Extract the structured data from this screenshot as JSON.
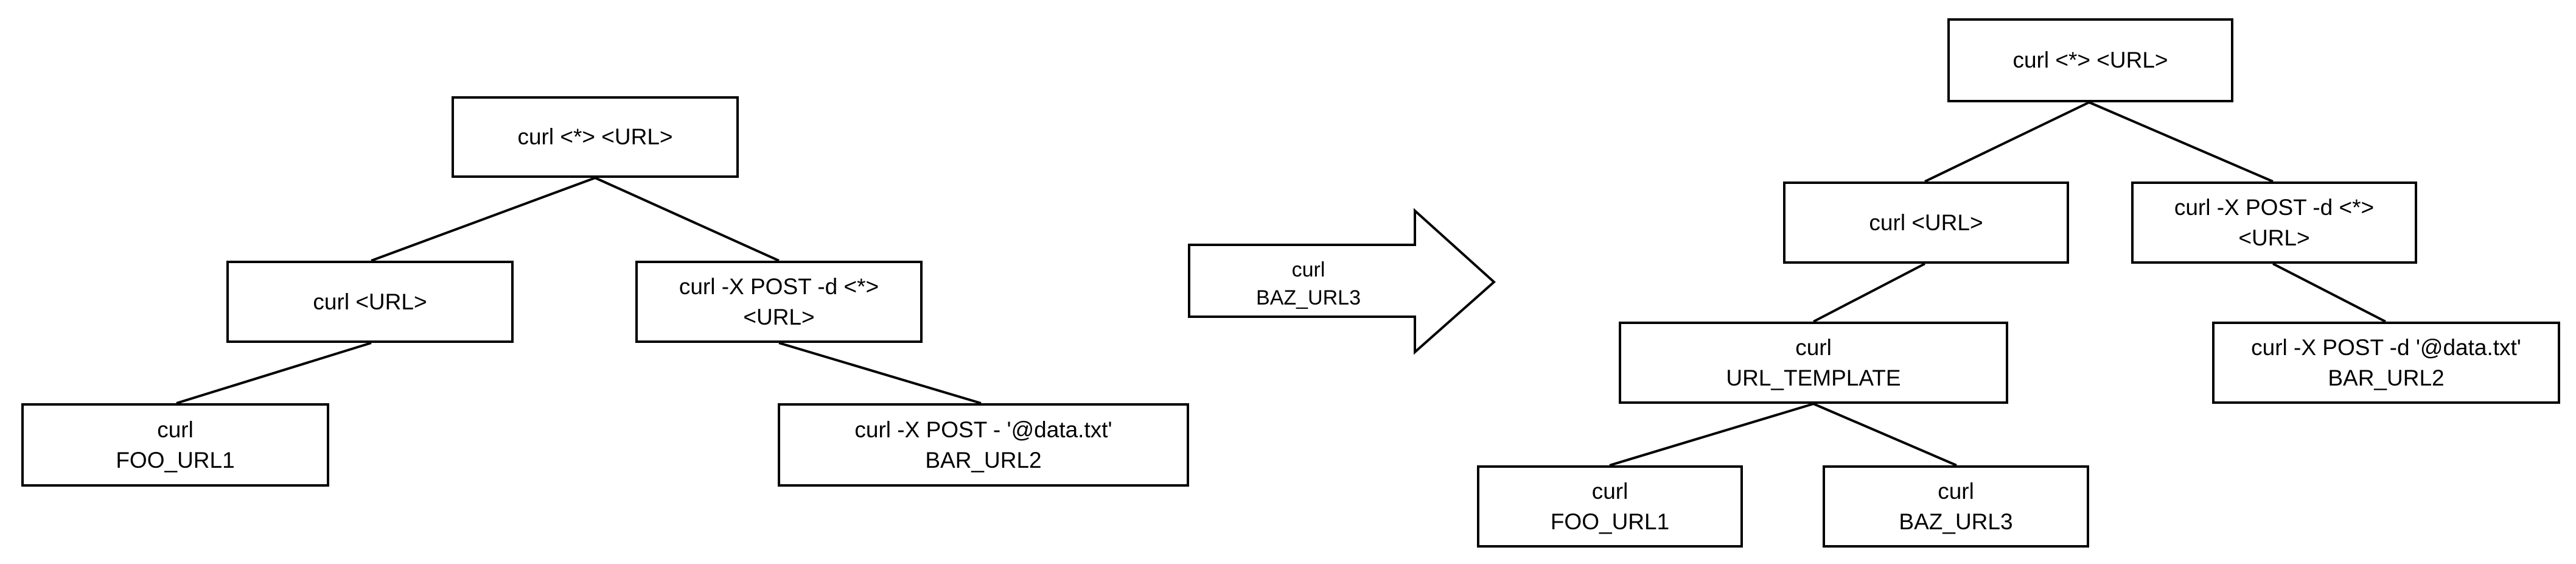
{
  "diagram": {
    "before": {
      "root": [
        "curl <*> <URL>"
      ],
      "left": [
        "curl <URL>"
      ],
      "right": [
        "curl -X POST -d <*>",
        "<URL>"
      ],
      "left_leaf": [
        "curl",
        "FOO_URL1"
      ],
      "right_leaf": [
        "curl -X POST - '@data.txt'",
        "BAR_URL2"
      ]
    },
    "arrow": [
      "curl",
      "BAZ_URL3"
    ],
    "after": {
      "root": [
        "curl <*> <URL>"
      ],
      "left": [
        "curl <URL>"
      ],
      "right": [
        "curl -X POST -d <*>",
        "<URL>"
      ],
      "template": [
        "curl",
        "URL_TEMPLATE"
      ],
      "right_leaf": [
        "curl -X POST -d '@data.txt'",
        "BAR_URL2"
      ],
      "leaf1": [
        "curl",
        "FOO_URL1"
      ],
      "leaf2": [
        "curl",
        "BAZ_URL3"
      ]
    }
  }
}
